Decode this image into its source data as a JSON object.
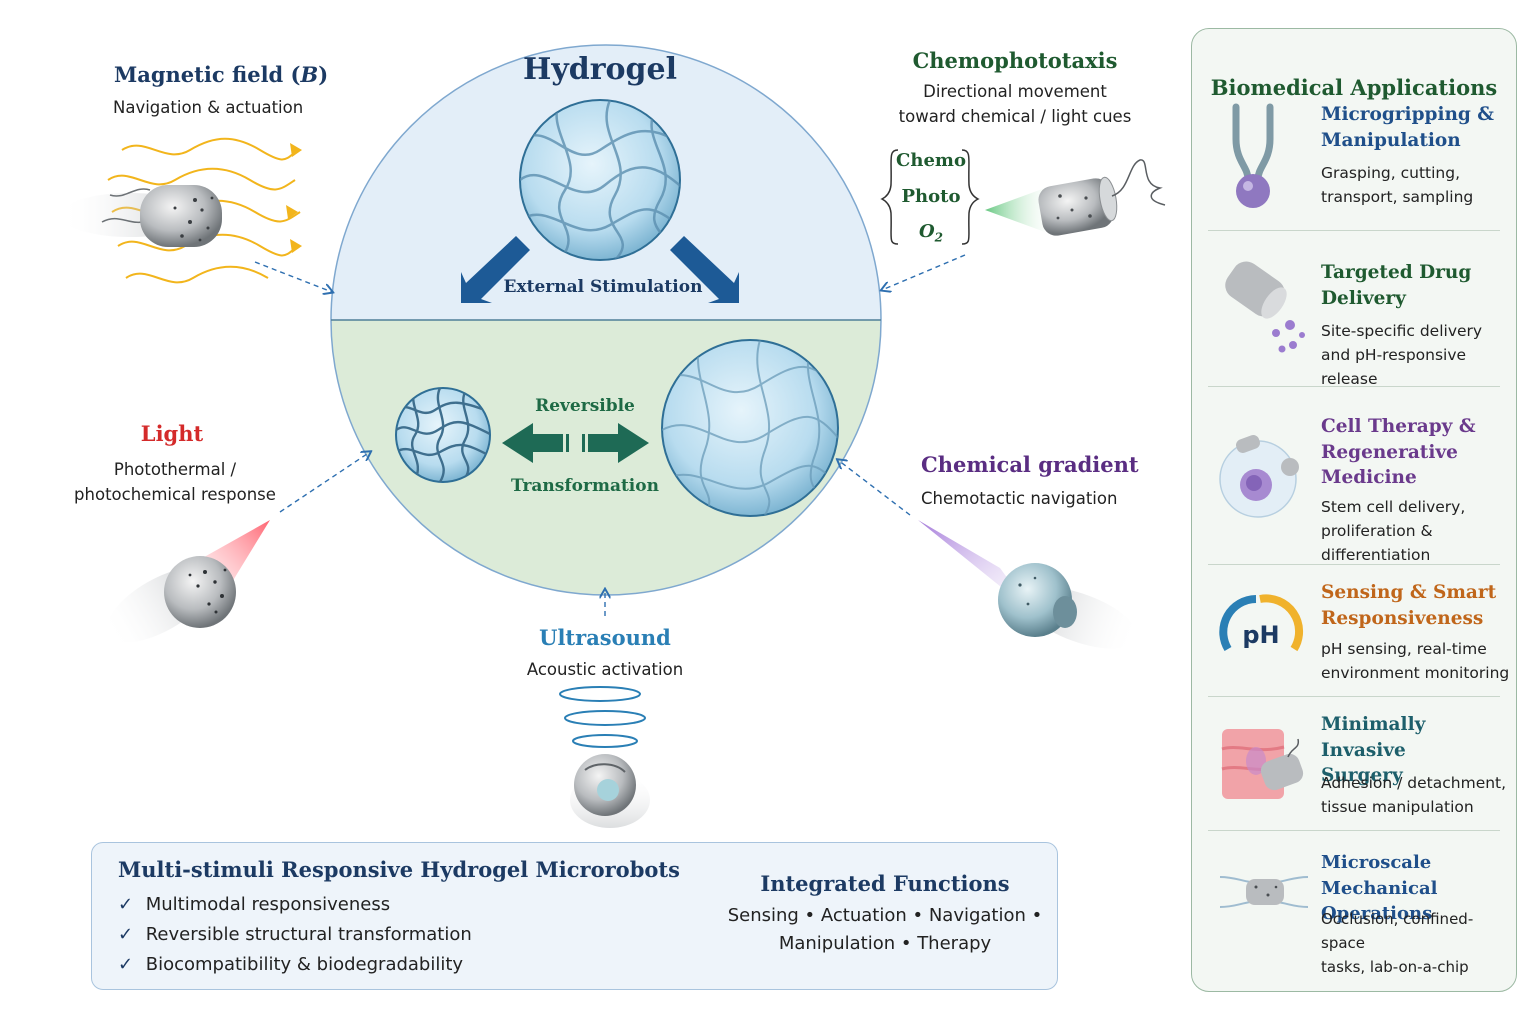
{
  "hydrogel": {
    "title": "Hydrogel",
    "external_label": "External Stimulation",
    "reversible_label": "Reversible",
    "transformation_label": "Transformation"
  },
  "stimuli": {
    "magnetic": {
      "title": "Magnetic field (",
      "symbol": "B",
      "close": ")",
      "desc": "Navigation & actuation"
    },
    "chemophototaxis": {
      "title": "Chemophototaxis",
      "desc1": "Directional movement",
      "desc2": "toward chemical / light cues",
      "cue1": "Chemo",
      "cue2": "Photo",
      "cue3": "O",
      "cue3_sub": "2"
    },
    "light": {
      "title": "Light",
      "desc1": "Photothermal /",
      "desc2": "photochemical response"
    },
    "chemical": {
      "title": "Chemical gradient",
      "desc": "Chemotactic navigation"
    },
    "ultrasound": {
      "title": "Ultrasound",
      "desc": "Acoustic activation"
    }
  },
  "applications": {
    "title": "Biomedical Applications",
    "items": [
      {
        "title1": "Microgripping &",
        "title2": "Manipulation",
        "color": "#1f4f8a",
        "desc": [
          "Grasping, cutting,",
          "transport, sampling"
        ],
        "icon": "gripper-icon"
      },
      {
        "title1": "Targeted Drug",
        "title2": "Delivery",
        "color": "#1f5a30",
        "desc": [
          "Site-specific delivery",
          "and pH-responsive",
          "release"
        ],
        "icon": "drug-capsule-icon"
      },
      {
        "title1": "Cell Therapy &",
        "title2": "Regenerative",
        "title3": "Medicine",
        "color": "#6a3a8c",
        "desc": [
          "Stem cell delivery,",
          "proliferation &",
          "differentiation"
        ],
        "icon": "stem-cell-icon"
      },
      {
        "title1": "Sensing & Smart",
        "title2": "Responsiveness",
        "color": "#c0661a",
        "desc": [
          "pH sensing, real-time",
          "environment monitoring"
        ],
        "icon": "ph-gauge-icon",
        "icon_text": "pH"
      },
      {
        "title1": "Minimally Invasive",
        "title2": "Surgery",
        "color": "#1d5f6b",
        "desc": [
          "Adhesion / detachment,",
          "tissue manipulation"
        ],
        "icon": "tissue-icon"
      },
      {
        "title1": "Microscale Mechanical",
        "title2": "Operations",
        "color": "#1f4f8a",
        "desc": [
          "Occlusion, confined-space",
          "tasks, lab-on-a-chip"
        ],
        "icon": "microchannel-icon"
      }
    ]
  },
  "summary": {
    "title": "Multi-stimuli Responsive Hydrogel Microrobots",
    "checks": [
      "Multimodal responsiveness",
      "Reversible structural transformation",
      "Biocompatibility & biodegradability"
    ],
    "check_icon": "✓",
    "integrated_title": "Integrated Functions",
    "integrated_line1": "Sensing • Actuation • Navigation •",
    "integrated_line2": "Manipulation • Therapy"
  },
  "colors": {
    "navy": "#1c3a63",
    "green": "#1f5a30",
    "red": "#d42a2a",
    "purple": "#5a2d82",
    "ultrasound": "#2a7fb5",
    "circle_top": "#e3eef8",
    "circle_bottom": "#dcebd8"
  }
}
